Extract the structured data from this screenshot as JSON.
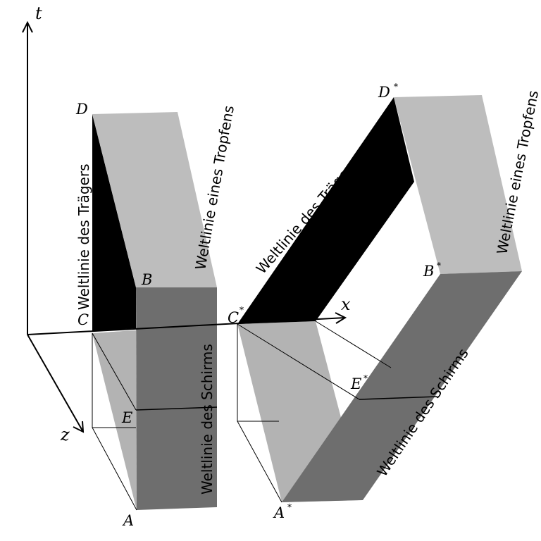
{
  "colors": {
    "background": "#ffffff",
    "light_face": "#bdbdbd",
    "light_face_lower": "#b3b3b3",
    "dark_face": "#6e6e6e",
    "black_face": "#000000",
    "lines": "#000000"
  },
  "axes": {
    "t": "t",
    "x": "x",
    "z": "z"
  },
  "points": {
    "A": "A",
    "B": "B",
    "C": "C",
    "D": "D",
    "E": "E",
    "A_star": "A",
    "B_star": "B",
    "C_star": "C",
    "D_star": "D",
    "E_star": "E",
    "star": "*"
  },
  "labels": {
    "carrier": "Weltlinie des Trägers",
    "drop": "Weltlinie eines Tropfens",
    "screen": "Weltlinie des Schirms"
  }
}
